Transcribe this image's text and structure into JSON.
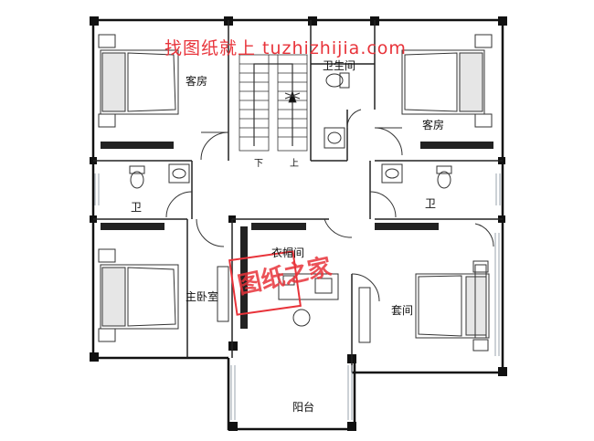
{
  "watermark": {
    "top_text": "找图纸就上 tuzhizhijia.com",
    "stamp_text": "图纸之家",
    "color": "#e8333a"
  },
  "rooms": {
    "guest_room_left": "客房",
    "bathroom_top": "卫生间",
    "guest_room_right": "客房",
    "bath_left": "卫",
    "bath_right": "卫",
    "cloakroom": "衣帽间",
    "master_bedroom": "主卧室",
    "suite": "套间",
    "balcony": "阳台"
  },
  "stairs": {
    "down": "下",
    "up": "上"
  },
  "colors": {
    "wall": "#111111",
    "line": "#333333",
    "window": "#9aa3ad"
  }
}
